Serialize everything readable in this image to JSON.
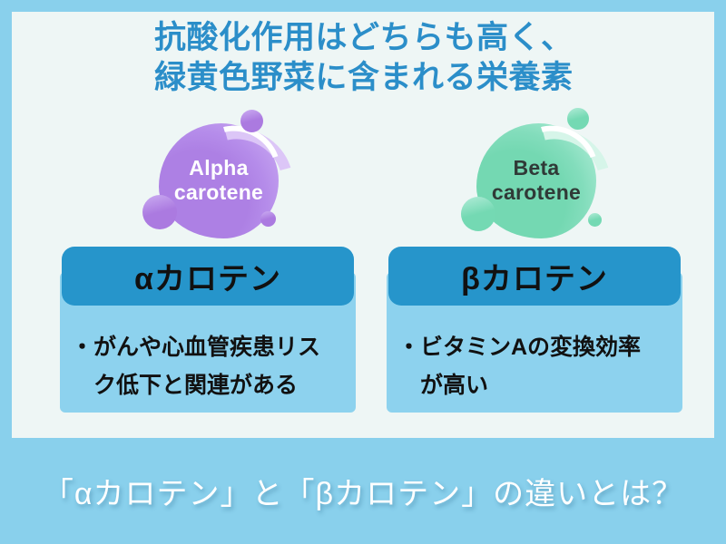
{
  "title": {
    "line1": "抗酸化作用はどちらも高く、",
    "line2": "緑黄色野菜に含まれる栄養素"
  },
  "bubbles": {
    "alpha": {
      "label_lines": [
        "Alpha",
        "carotene"
      ],
      "color": "#b287e7"
    },
    "beta": {
      "label_lines": [
        "Beta",
        "carotene"
      ],
      "color": "#7cdcb8"
    }
  },
  "columns": {
    "alpha": {
      "header": "αカロテン",
      "bullet_lines": [
        "・がんや心血管疾患リス",
        "ク低下と関連がある"
      ]
    },
    "beta": {
      "header": "βカロテン",
      "bullet_lines": [
        "・ビタミンAの変換効率",
        "が高い"
      ]
    }
  },
  "footer": {
    "text": "「αカロテン」と「βカロテン」の違いとは？"
  },
  "colors": {
    "frame_background": "#89d0ec",
    "panel_background": "#eef6f5",
    "title_text": "#2b8ec9",
    "header_bar": "#2695cb",
    "header_text": "#111111",
    "content_box": "#8dd2ee",
    "body_text": "#111111",
    "footer_text": "#ffffff",
    "alpha_bubble": "#b287e7",
    "beta_bubble": "#7cdcb8"
  }
}
